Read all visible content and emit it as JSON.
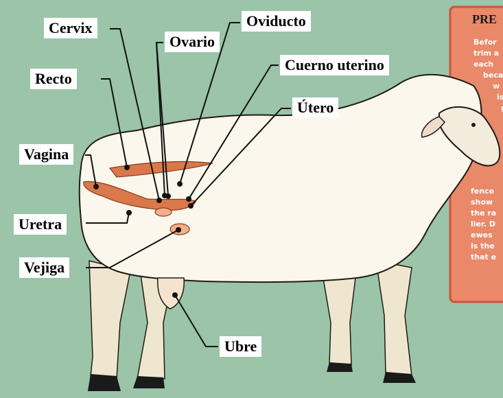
{
  "labels": {
    "cervix": "Cervix",
    "oviducto": "Oviducto",
    "ovario": "Ovario",
    "cuerno": "Cuerno uterino",
    "recto": "Recto",
    "utero": "Útero",
    "vagina": "Vagina",
    "uretra": "Uretra",
    "vejiga": "Vejiga",
    "ubre": "Ubre"
  },
  "note": {
    "title": "PRE",
    "top_lines": [
      "Befor",
      "trim a",
      "each",
      "beca",
      "w",
      "is",
      "g"
    ],
    "bottom_lines": [
      "fence",
      "show",
      "the ra",
      "lier. D",
      "ewes",
      "is the",
      "that e"
    ]
  },
  "colors": {
    "background": "#9bc4a8",
    "fleece": "#fbf7ec",
    "legs": "#efe6cf",
    "organs": "#d9784a",
    "note_panel": "#e9896a"
  }
}
